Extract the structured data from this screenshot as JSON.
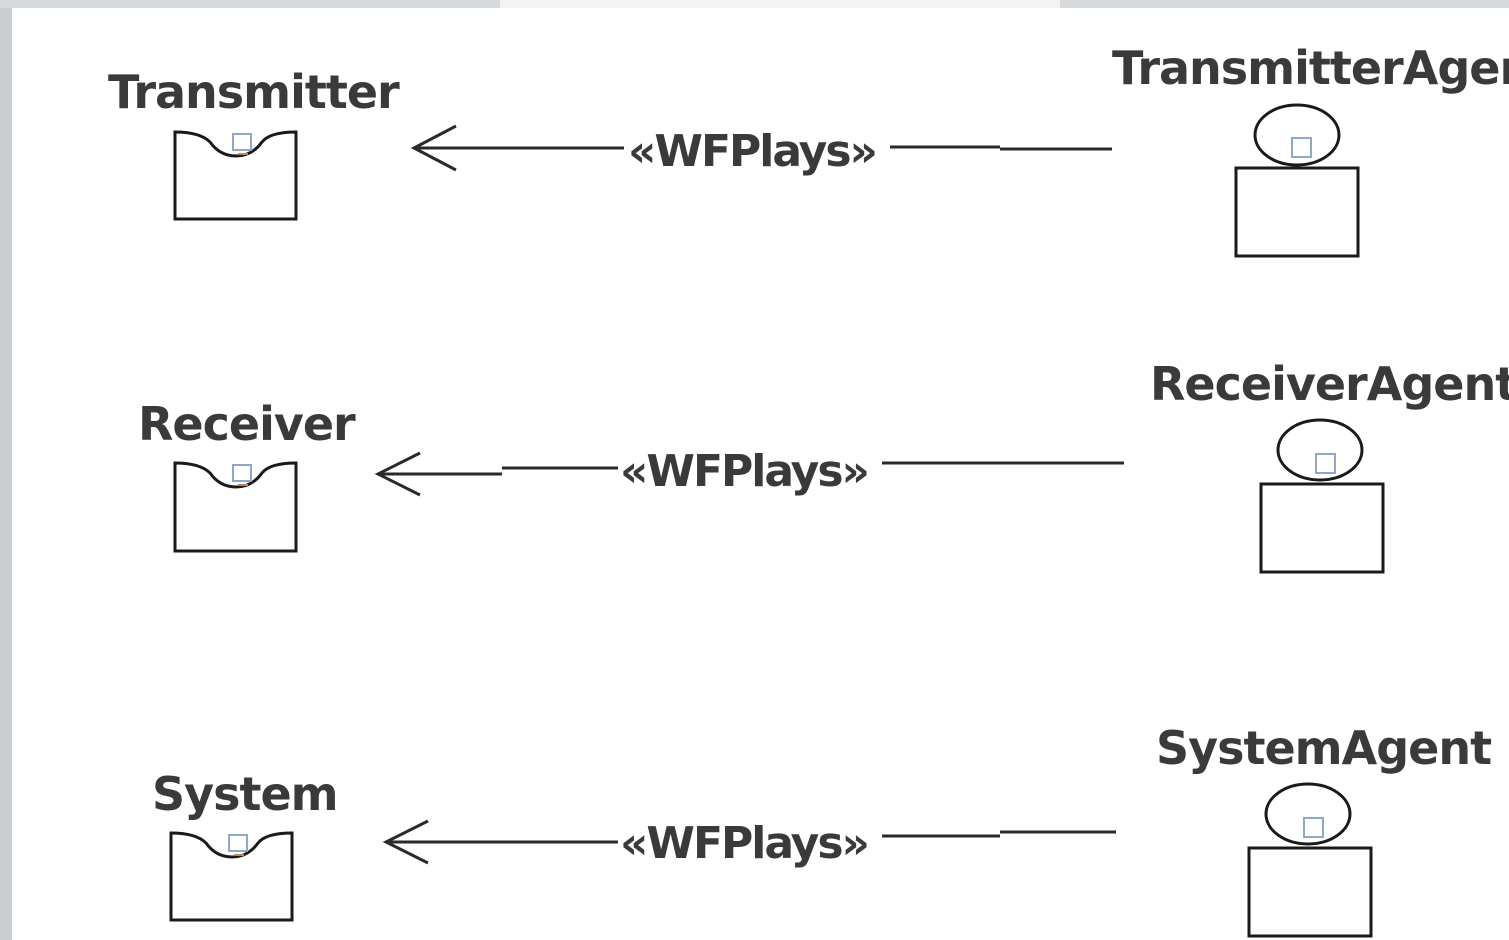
{
  "roles": [
    {
      "label": "Transmitter"
    },
    {
      "label": "Receiver"
    },
    {
      "label": "System"
    }
  ],
  "agents": [
    {
      "label": "TransmitterAger"
    },
    {
      "label": "ReceiverAgent"
    },
    {
      "label": "SystemAgent"
    }
  ],
  "relations": [
    {
      "stereotype": "«WFPlays»"
    },
    {
      "stereotype": "«WFPlays»"
    },
    {
      "stereotype": "«WFPlays»"
    }
  ]
}
